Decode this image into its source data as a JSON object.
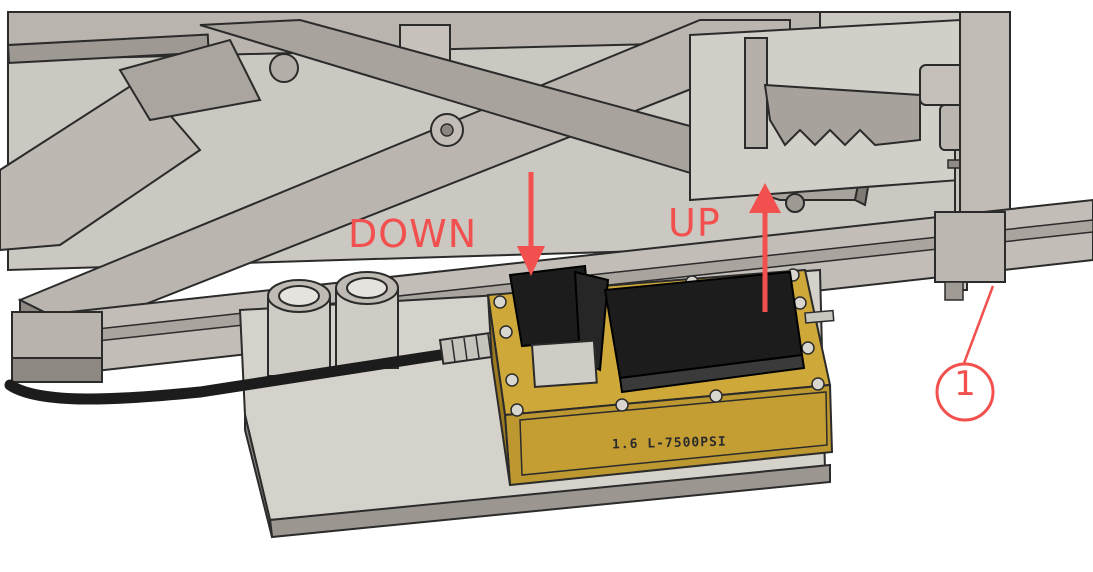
{
  "annotations": {
    "down_label": "DOWN",
    "up_label": "UP",
    "callout_number": "1"
  },
  "pump": {
    "marking": "1.6 L-7500PSI"
  },
  "colors": {
    "annotation_red": "#f2504e",
    "steel_light": "#c9c5bf",
    "steel_mid": "#a9a49d",
    "steel_dark": "#7d7872",
    "outline": "#2b2b2b",
    "brass": "#c9a335",
    "brass_dark": "#9c7a1f",
    "black_part": "#1c1c1c"
  }
}
